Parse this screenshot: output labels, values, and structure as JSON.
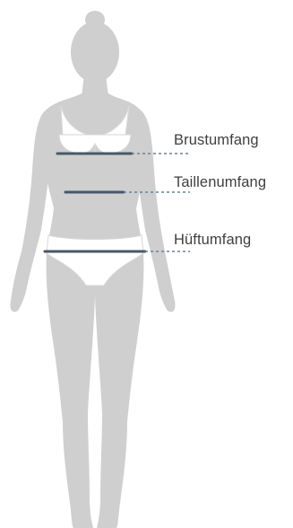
{
  "labels": {
    "chest": "Brustumfang",
    "waist": "Taillenumfang",
    "hip": "Hüftumfang"
  },
  "colors": {
    "body": "#cfcfcf",
    "underwear": "#ffffff",
    "underwear_outline": "#d9d9d9",
    "measure_line": "#47586a",
    "dashed_line": "#6f8196",
    "text": "#3f3f3f"
  }
}
